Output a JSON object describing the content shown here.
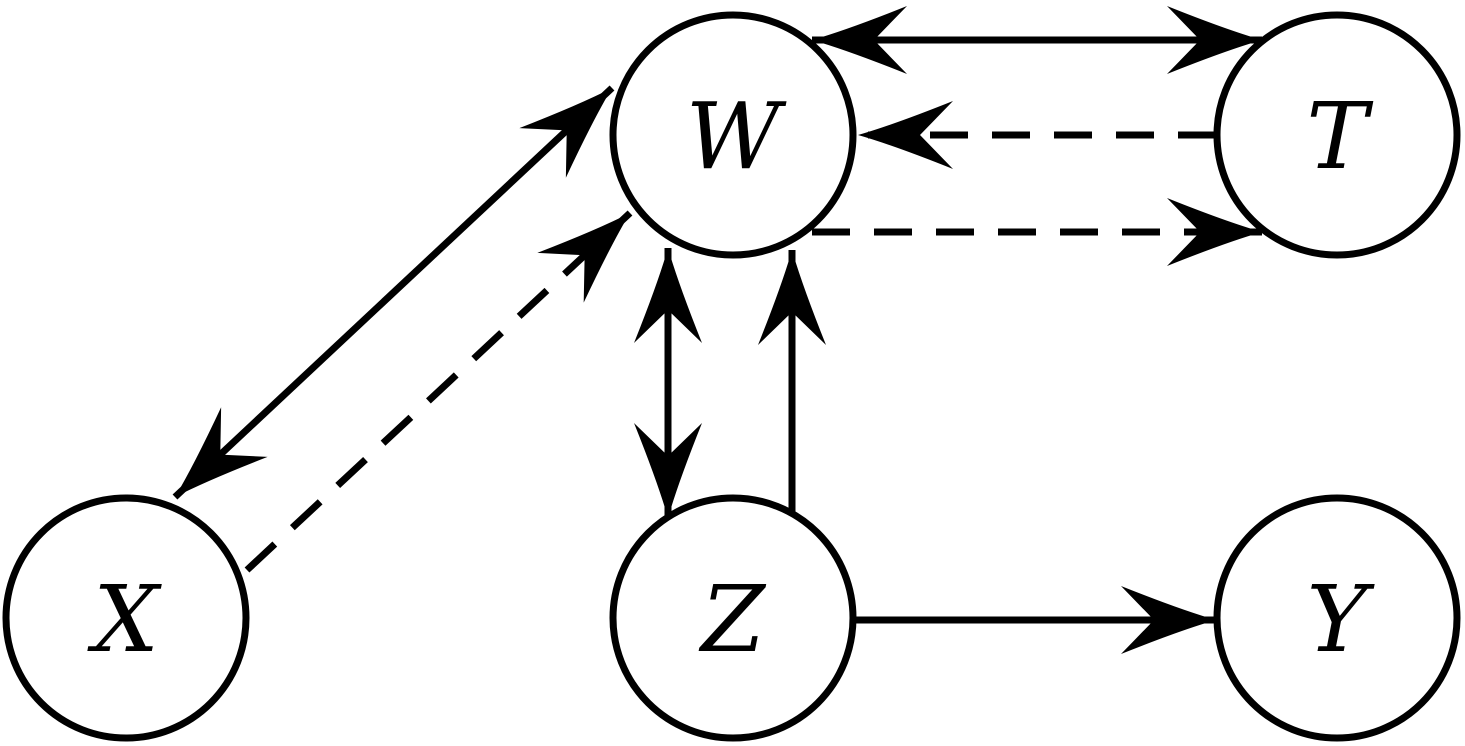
{
  "diagram": {
    "nodes": [
      {
        "id": "W",
        "label": "W"
      },
      {
        "id": "T",
        "label": "T"
      },
      {
        "id": "X",
        "label": "X"
      },
      {
        "id": "Z",
        "label": "Z"
      },
      {
        "id": "Y",
        "label": "Y"
      }
    ],
    "edges": [
      {
        "from": "W",
        "to": "T",
        "style": "solid",
        "direction": "both"
      },
      {
        "from": "T",
        "to": "W",
        "style": "dashed",
        "direction": "forward"
      },
      {
        "from": "W",
        "to": "T",
        "style": "dashed",
        "direction": "forward"
      },
      {
        "from": "X",
        "to": "W",
        "style": "solid",
        "direction": "both"
      },
      {
        "from": "X",
        "to": "W",
        "style": "dashed",
        "direction": "forward"
      },
      {
        "from": "W",
        "to": "Z",
        "style": "solid",
        "direction": "both"
      },
      {
        "from": "Z",
        "to": "W",
        "style": "solid",
        "direction": "forward"
      },
      {
        "from": "Z",
        "to": "Y",
        "style": "solid",
        "direction": "forward"
      }
    ],
    "colors": {
      "stroke": "#000000",
      "background": "#ffffff"
    }
  }
}
